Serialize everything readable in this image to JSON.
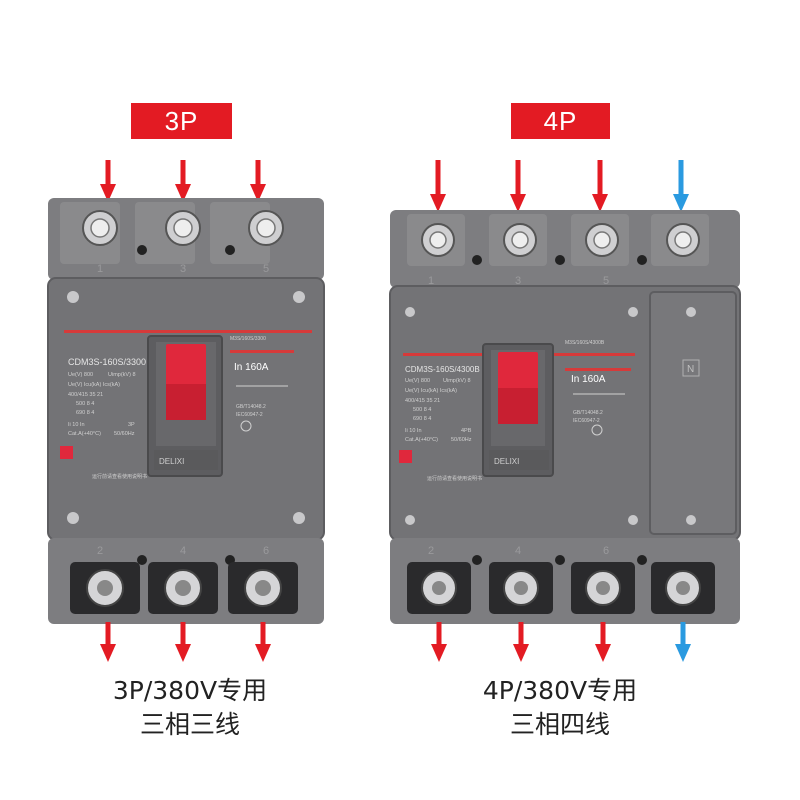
{
  "left": {
    "badge": "3P",
    "caption_line1": "3P/380V专用",
    "caption_line2": "三相三线",
    "model": "CDM3S-160S/3300",
    "top_terminals": [
      "1",
      "3",
      "5"
    ],
    "bottom_terminals": [
      "2",
      "4",
      "6"
    ],
    "rating": "In 160A",
    "spec_code": "M3S/160S/3300",
    "ue_line": "Ue(V) 800",
    "uimp_line": "Uimp(kV) 8",
    "table_header": "Ue(V)  Icu(kA)  Ics(kA)",
    "table_rows": [
      "400/415   35   21",
      "500   8   4",
      "690   8   4"
    ],
    "extra_line": "Ii 10 In",
    "extra_pole": "3P",
    "cat_line": "Cat.A(+40°C)",
    "freq": "50/60Hz",
    "std1": "GB/T14048.2",
    "std2": "IEC60947-2",
    "brand": "DELIXI",
    "bottom_note": "运行前请查看使用说明书"
  },
  "right": {
    "badge": "4P",
    "caption_line1": "4P/380V专用",
    "caption_line2": "三相四线",
    "model": "CDM3S-160S/4300B",
    "top_terminals": [
      "1",
      "3",
      "5"
    ],
    "bottom_terminals": [
      "2",
      "4",
      "6"
    ],
    "rating": "In 160A",
    "spec_code": "M3S/160S/4300B",
    "ue_line": "Ue(V) 800",
    "uimp_line": "Uimp(kV) 8",
    "table_header": "Ue(V)  Icu(kA)  Ics(kA)",
    "table_rows": [
      "400/415   35   21",
      "500   8   4",
      "690   8   4"
    ],
    "extra_line": "Ii 10 In",
    "extra_pole": "4PB",
    "cat_line": "Cat.A(+40°C)",
    "freq": "50/60Hz",
    "std1": "GB/T14048.2",
    "std2": "IEC60947-2",
    "brand": "DELIXI",
    "neutral_label": "N",
    "bottom_note": "运行前请查看使用说明书"
  },
  "colors": {
    "badge_red": "#e31b23",
    "phase_arrow": "#e31b23",
    "neutral_arrow": "#2a9ae0",
    "body_gray": "#7b7b7d",
    "panel_gray": "#6f6f72",
    "handle_red": "#e0283c"
  }
}
